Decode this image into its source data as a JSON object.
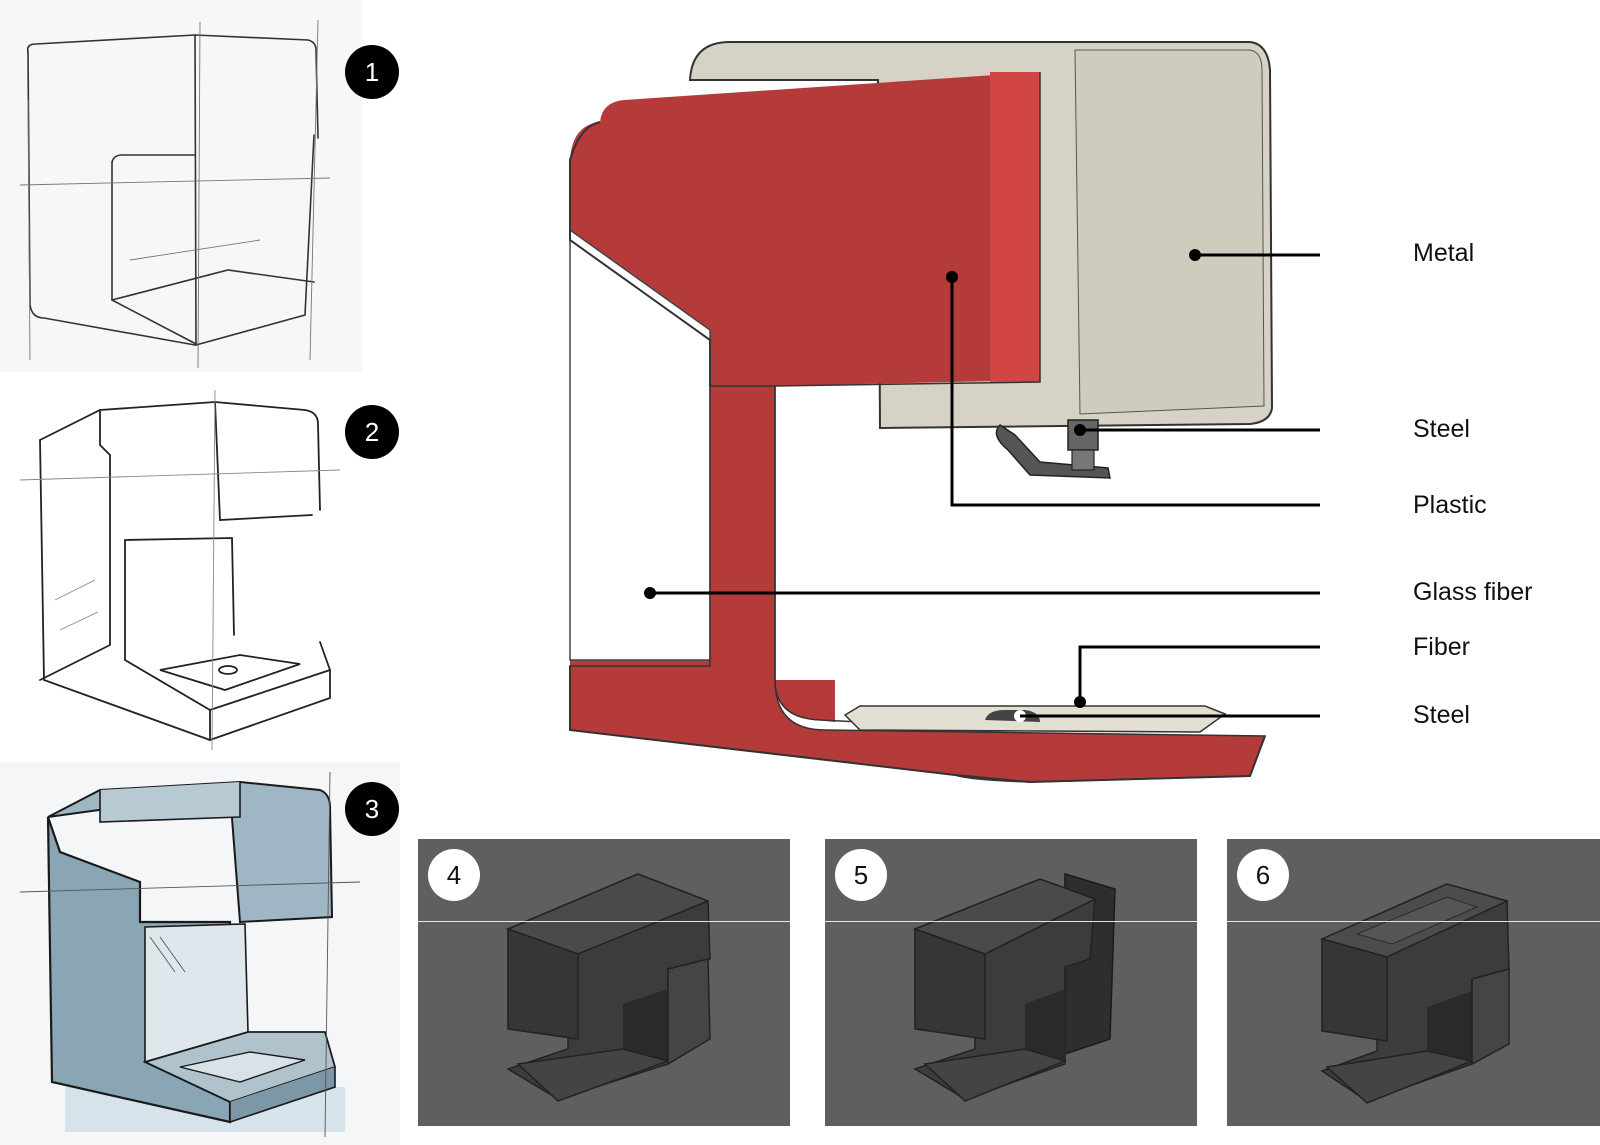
{
  "steps": {
    "sketch1": "1",
    "sketch2": "2",
    "sketch3": "3",
    "render4": "4",
    "render5": "5",
    "render6": "6"
  },
  "materials": [
    {
      "label": "Metal"
    },
    {
      "label": "Steel"
    },
    {
      "label": "Plastic"
    },
    {
      "label": "Glass fiber"
    },
    {
      "label": "Fiber"
    },
    {
      "label": "Steel"
    }
  ],
  "colors": {
    "body_red": "#b83a3a",
    "tank_beige": "#d8d4c8",
    "render_bg": "#5f5f5f",
    "render_body": "#3c3c3c"
  }
}
